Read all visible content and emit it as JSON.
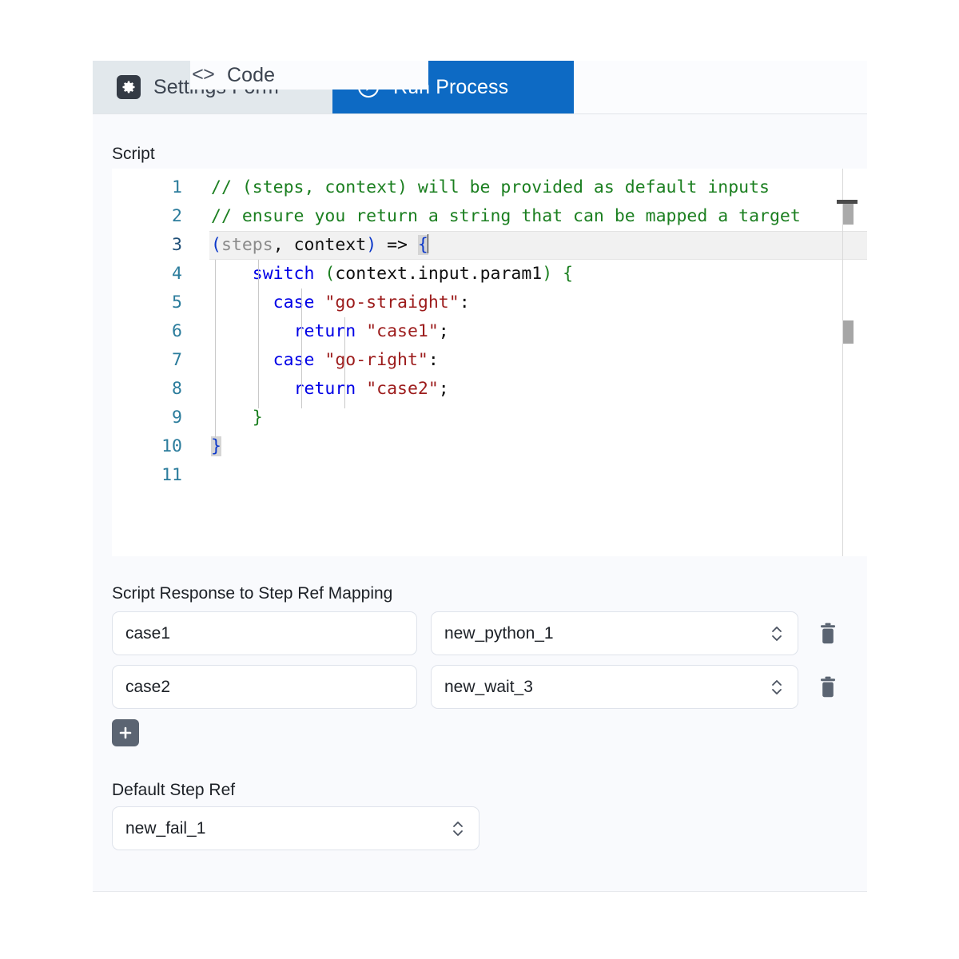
{
  "tabs": [
    {
      "id": "settings-form",
      "label": "Settings Form",
      "icon": "gear-icon",
      "state": "inactive-selected"
    },
    {
      "id": "code",
      "label": "Code",
      "icon": "code-brackets-icon",
      "state": "inactive"
    },
    {
      "id": "run-process",
      "label": "Run Process",
      "icon": "play-circle-icon",
      "state": "active"
    }
  ],
  "colors": {
    "active_tab_bg": "#0d6ac4",
    "settings_tab_bg": "#e2e8ec",
    "panel_bg": "#f9fafd",
    "icon_box_bg": "#343b45",
    "add_button_bg": "#5b6472",
    "trash_icon": "#5b6472",
    "comment_green": "#1b7f20",
    "keyword_blue": "#0000e6",
    "string_red": "#9c1b1b",
    "linenumber_teal": "#2b7c9c"
  },
  "script": {
    "label": "Script",
    "active_line": 3,
    "lines": [
      {
        "n": "1",
        "tokens": [
          {
            "t": "// (steps, context) will be provided as default inputs",
            "c": "cm"
          }
        ]
      },
      {
        "n": "2",
        "tokens": [
          {
            "t": "// ensure you return a string that can be mapped a target",
            "c": "cm"
          }
        ]
      },
      {
        "n": "3",
        "tokens": [
          {
            "t": "(",
            "c": "pn"
          },
          {
            "t": "steps",
            "c": "gry"
          },
          {
            "t": ", ",
            "c": "blk"
          },
          {
            "t": "context",
            "c": "blk"
          },
          {
            "t": ")",
            "c": "pn"
          },
          {
            "t": " => ",
            "c": "blk"
          },
          {
            "t": "{",
            "c": "pn brace-hl"
          }
        ]
      },
      {
        "n": "4",
        "tokens": [
          {
            "t": "    ",
            "c": "blk"
          },
          {
            "t": "switch",
            "c": "kw"
          },
          {
            "t": " ",
            "c": "blk"
          },
          {
            "t": "(",
            "c": "grn"
          },
          {
            "t": "context.input.param1",
            "c": "blk"
          },
          {
            "t": ")",
            "c": "grn"
          },
          {
            "t": " ",
            "c": "blk"
          },
          {
            "t": "{",
            "c": "grn"
          }
        ]
      },
      {
        "n": "5",
        "tokens": [
          {
            "t": "      ",
            "c": "blk"
          },
          {
            "t": "case",
            "c": "kw"
          },
          {
            "t": " ",
            "c": "blk"
          },
          {
            "t": "\"go-straight\"",
            "c": "str"
          },
          {
            "t": ":",
            "c": "blk"
          }
        ]
      },
      {
        "n": "6",
        "tokens": [
          {
            "t": "        ",
            "c": "blk"
          },
          {
            "t": "return",
            "c": "kw"
          },
          {
            "t": " ",
            "c": "blk"
          },
          {
            "t": "\"case1\"",
            "c": "str"
          },
          {
            "t": ";",
            "c": "blk"
          }
        ]
      },
      {
        "n": "7",
        "tokens": [
          {
            "t": "      ",
            "c": "blk"
          },
          {
            "t": "case",
            "c": "kw"
          },
          {
            "t": " ",
            "c": "blk"
          },
          {
            "t": "\"go-right\"",
            "c": "str"
          },
          {
            "t": ":",
            "c": "blk"
          }
        ]
      },
      {
        "n": "8",
        "tokens": [
          {
            "t": "        ",
            "c": "blk"
          },
          {
            "t": "return",
            "c": "kw"
          },
          {
            "t": " ",
            "c": "blk"
          },
          {
            "t": "\"case2\"",
            "c": "str"
          },
          {
            "t": ";",
            "c": "blk"
          }
        ]
      },
      {
        "n": "9",
        "tokens": [
          {
            "t": "    ",
            "c": "blk"
          },
          {
            "t": "}",
            "c": "grn"
          }
        ]
      },
      {
        "n": "10",
        "tokens": [
          {
            "t": "}",
            "c": "pn brace-hl"
          }
        ]
      },
      {
        "n": "11",
        "tokens": [
          {
            "t": "",
            "c": "blk"
          }
        ]
      }
    ]
  },
  "mapping": {
    "label": "Script Response to Step Ref Mapping",
    "rows": [
      {
        "response": "case1",
        "step_ref": "new_python_1",
        "delete_label": "trash-icon"
      },
      {
        "response": "case2",
        "step_ref": "new_wait_3",
        "delete_label": "trash-icon"
      }
    ],
    "add_label": "+"
  },
  "default_step_ref": {
    "label": "Default Step Ref",
    "value": "new_fail_1"
  }
}
